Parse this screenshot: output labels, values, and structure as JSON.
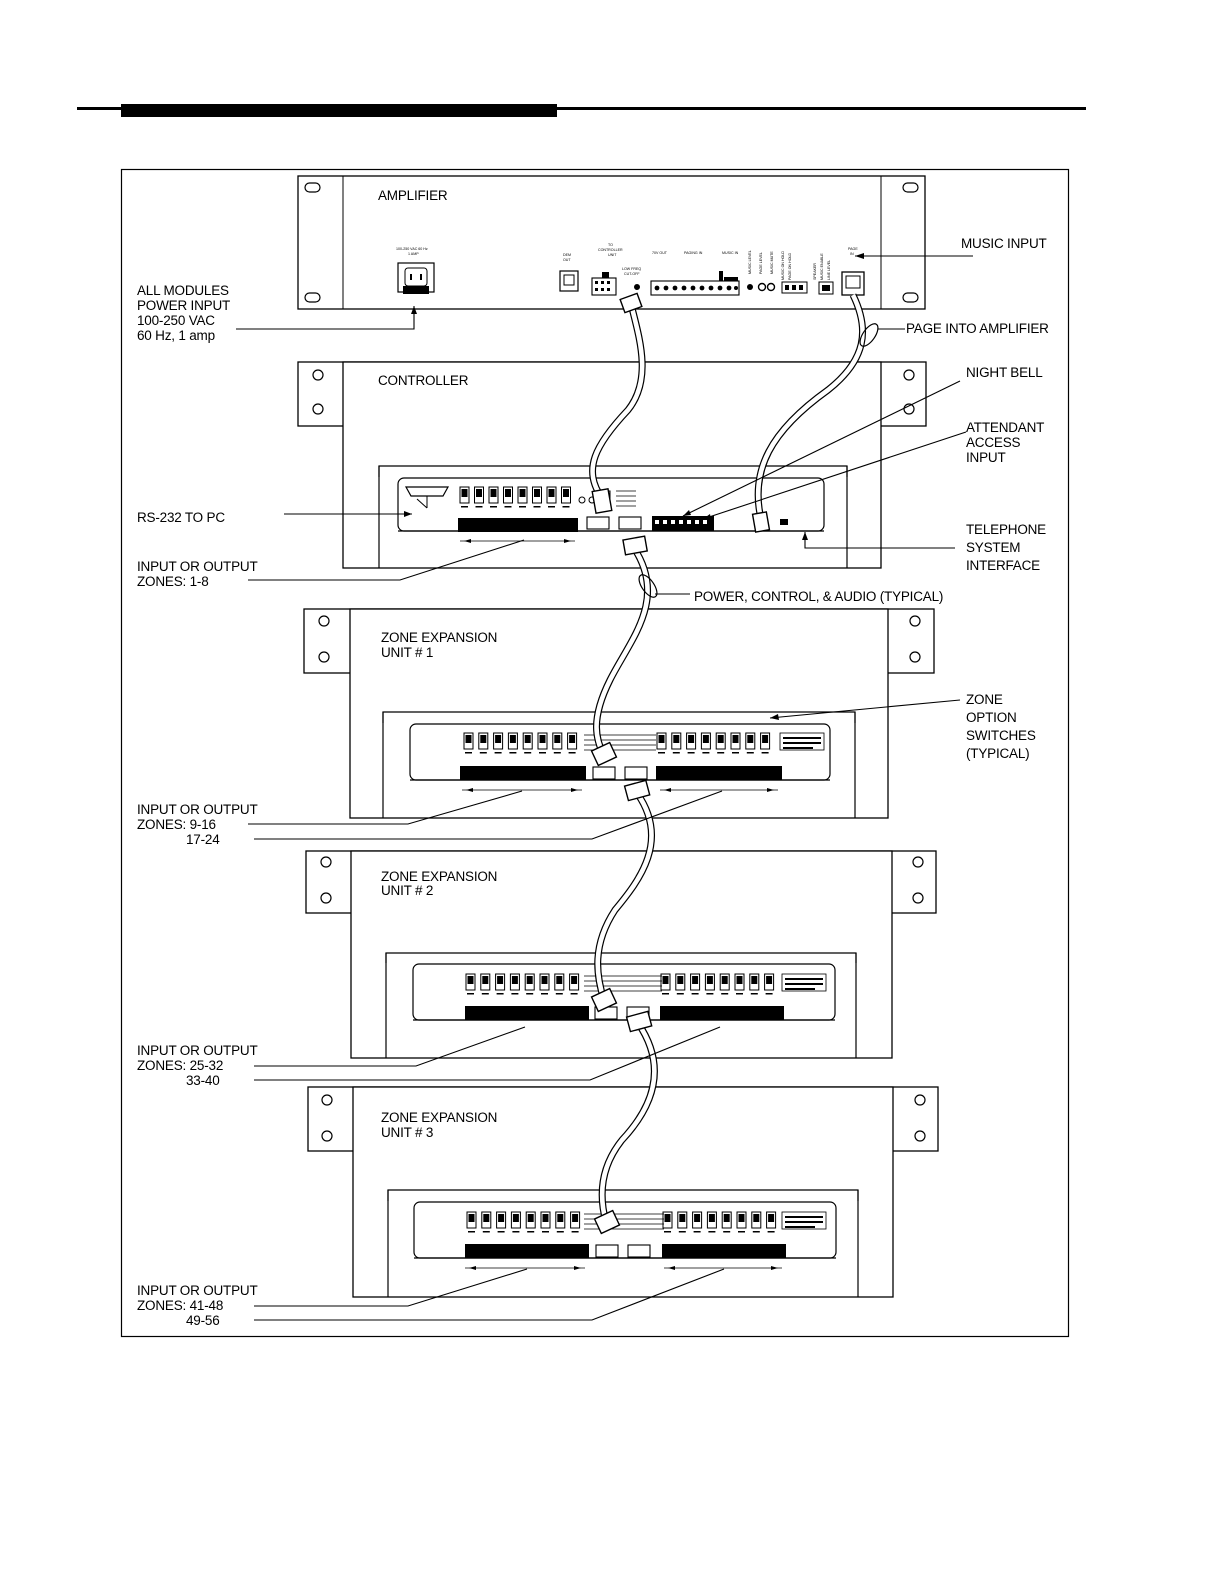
{
  "modules": {
    "amplifier": {
      "title": "AMPLIFIER",
      "panel": {
        "ac_in": [
          "100-250 VAC 60 Hz",
          "1 AMP"
        ],
        "dem": [
          "DEM",
          "OUT"
        ],
        "to_ctrl": [
          "TO",
          "CONTROLLER",
          "UNIT"
        ],
        "low_freq": [
          "LOW FREQ",
          "CUT-OFF"
        ],
        "out70": "70V OUT",
        "paging": "PAGING IN",
        "music": "MUSIC IN",
        "vert": [
          "MUSIC LEVEL",
          "PAGE LEVEL",
          "MUSIC MUTE",
          "MUSIC ON HOLD",
          "PAGE ON HOLD",
          "SPEAKER",
          "MUSIC ENABLE",
          "LINE LEVEL"
        ],
        "page": [
          "PAGE",
          "IN"
        ]
      }
    },
    "controller": {
      "title": "CONTROLLER"
    },
    "zone1": {
      "title": [
        "ZONE EXPANSION",
        "UNIT # 1"
      ]
    },
    "zone2": {
      "title": [
        "ZONE EXPANSION",
        "UNIT # 2"
      ]
    },
    "zone3": {
      "title": [
        "ZONE EXPANSION",
        "UNIT # 3"
      ]
    }
  },
  "callouts": {
    "power_input": [
      "ALL MODULES",
      "POWER INPUT",
      "100-250 VAC",
      "60 Hz, 1 amp"
    ],
    "music_input": "MUSIC INPUT",
    "page_into_amplifier": "PAGE INTO AMPLIFIER",
    "night_bell": "NIGHT BELL",
    "attendant_access": [
      "ATTENDANT",
      "ACCESS",
      "INPUT"
    ],
    "rs232": "RS-232 TO PC",
    "telephone_interface": [
      "TELEPHONE",
      "SYSTEM",
      "INTERFACE"
    ],
    "zones_1_8": [
      "INPUT OR OUTPUT",
      "ZONES: 1-8"
    ],
    "power_control_audio": "POWER, CONTROL, & AUDIO (TYPICAL)",
    "zone_option_switches": [
      "ZONE",
      "OPTION",
      "SWITCHES",
      "(TYPICAL)"
    ],
    "zones_9_24": [
      "INPUT OR OUTPUT",
      "ZONES: 9-16",
      "17-24"
    ],
    "zones_25_40": [
      "INPUT OR OUTPUT",
      "ZONES: 25-32",
      "33-40"
    ],
    "zones_41_56": [
      "INPUT OR OUTPUT",
      "ZONES: 41-48",
      "49-56"
    ]
  }
}
